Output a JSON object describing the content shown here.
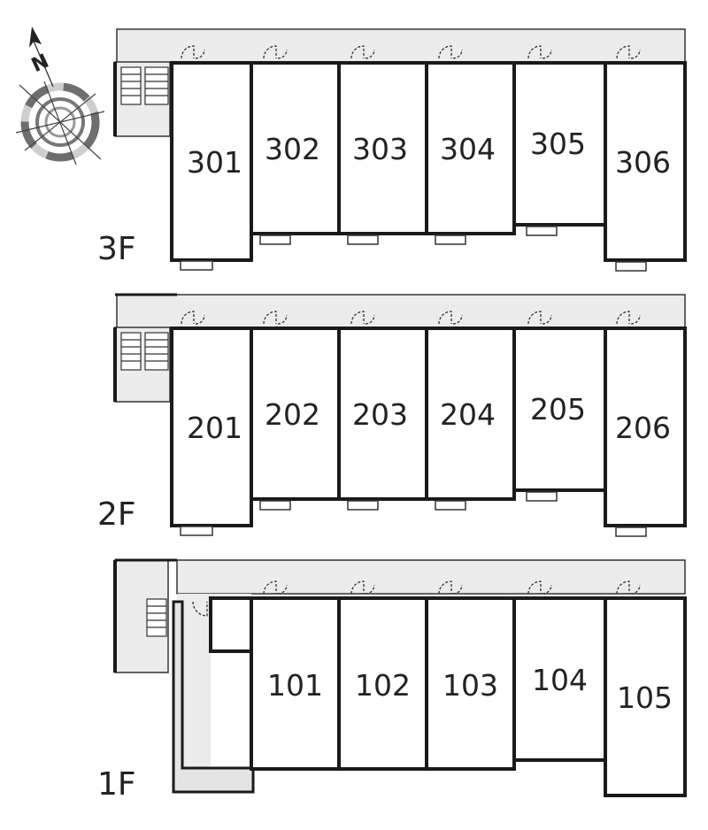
{
  "compass": {
    "label": "N",
    "icon": "compass-icon"
  },
  "floors": [
    {
      "id": "3F",
      "label": "3F",
      "rooms": [
        "301",
        "302",
        "303",
        "304",
        "305",
        "306"
      ]
    },
    {
      "id": "2F",
      "label": "2F",
      "rooms": [
        "201",
        "202",
        "203",
        "204",
        "205",
        "206"
      ]
    },
    {
      "id": "1F",
      "label": "1F",
      "rooms": [
        "101",
        "102",
        "103",
        "104",
        "105"
      ]
    }
  ],
  "colors": {
    "wall": "#1a1a1a",
    "corridor": "#ececec",
    "text": "#222222"
  }
}
